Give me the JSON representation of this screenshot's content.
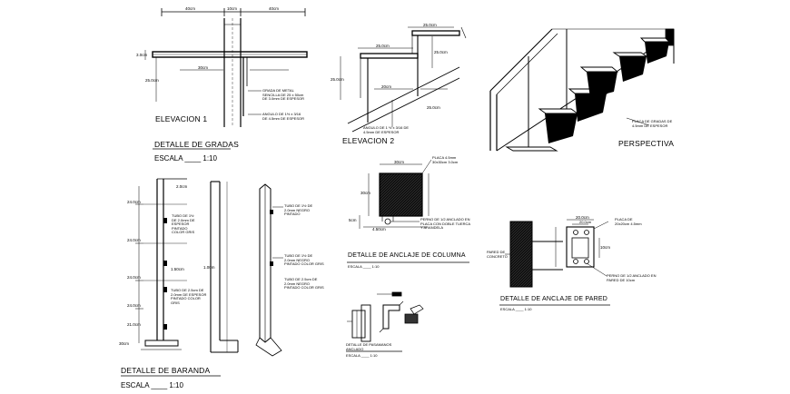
{
  "titles": {
    "elevacion1": "ELEVACION 1",
    "detalle_gradas": "DETALLE DE GRADAS",
    "escala_gradas": "ESCALA ____ 1:10",
    "elevacion2": "ELEVACION 2",
    "perspectiva": "PERSPECTIVA",
    "detalle_columna": "DETALLE DE ANCLAJE DE COLUMNA",
    "escala_columna": "ESCALA ____ 1:10",
    "detalle_pared": "DETALLE DE ANCLAJE DE PARED",
    "escala_pared": "ESCALA ____ 1:10",
    "detalle_baranda": "DETALLE DE BARANDA",
    "escala_baranda": "ESCALA ____ 1:10",
    "detalle_pasamanos": "DETALLE DE PASAMANOS ANCLADO",
    "escala_pasamanos": "ESCALA ____ 1:10"
  },
  "dims": {
    "grada_top_left": "40cm",
    "grada_top_mid": "10cm",
    "grada_top_right": "40cm",
    "grada_thick": "3.0cm",
    "grada_inner": "30cm",
    "grada_height": "25.0cm",
    "elev2_top": "25.0cm",
    "elev2_mid": "25.0cm",
    "elev2_left": "25.0cm",
    "elev2_step": "25.0cm",
    "elev2_low": "20cm",
    "elev2_bottom": "25.0cm",
    "col_top": "30cm",
    "col_side": "30cm",
    "col_base": "5cm",
    "col_bottom": "4.50cm",
    "pared_top": "20.0cm",
    "pared_inner": "20.0cm",
    "pared_side": "10cm",
    "bar_1": "24.0cm",
    "bar_2": "24.0cm",
    "bar_3": "24.0cm",
    "bar_4": "24.0cm",
    "bar_5": "21.0cm",
    "bar_base": "30cm",
    "bar_mid": "1.50cm",
    "bar_height": "1.00m",
    "bar_small": "2.0cm"
  },
  "notes": {
    "grada_note1": "GRADA DE METAL SENCILLA DE 25 x 50cm DE 3.0mm DE ESPESOR",
    "grada_note2": "ANGULO DE 1½ x 3/16 DE 4.5mm DE ESPESOR",
    "elev2_note": "ANGULO DE 1 ½ x 3/16 DE 4.5mm DE ESPESOR",
    "persp_note": "PLACA DE GRADAS DE 4.5mm DE ESPESOR",
    "col_note1": "PLACA 4.5mm 30x30cm 3.0cm",
    "col_note2": "PERNO DE 1/2 ANCLADO EN PLACA CON DOBLE TUERCA Y ARANDELA",
    "pared_note1": "PLACA DE 20x20cm 4.5mm",
    "pared_note2": "PERNO DE 1/2 ANCLADO EN PARED DE 10cm",
    "pared_wall": "PARED DE CONCRETO",
    "bar_note1": "TUBO DE 1½ DE 2.0mm DE ESPESOR PINTADO COLOR GRIS",
    "bar_note2": "TUBO DE 2.5cm DE 2.0mm DE ESPESOR PINTADO COLOR GRIS",
    "bar_note3": "TUBO DE 1½ DE 2.0mm NEGRO PINTADO",
    "bar_note4": "TUBO DE 1½ DE 2.0mm NEGRO PINTADO COLOR GRIS",
    "bar_note5": "TUBO DE 2.5cm DE 2.0mm NEGRO PINTADO COLOR GRIS"
  },
  "colors": {
    "ink": "#000000",
    "hatch": "#1a1a1a",
    "paper": "#ffffff"
  }
}
